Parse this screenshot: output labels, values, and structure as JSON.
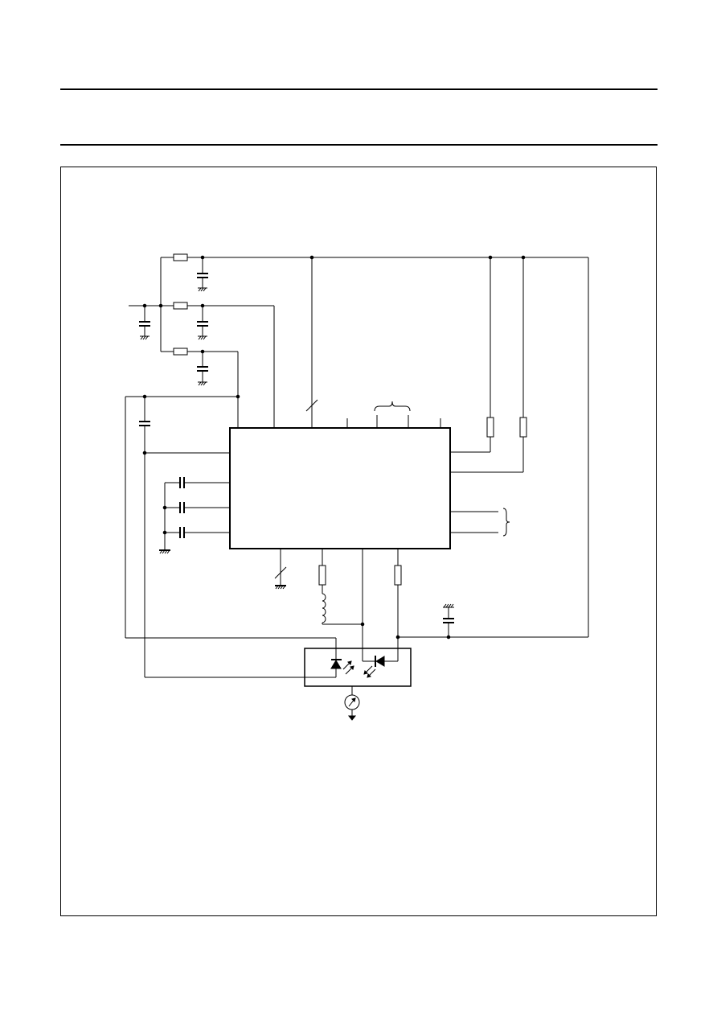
{
  "document": {
    "header_text": "",
    "figure_caption": ""
  },
  "diagram": {
    "stroke_color": "#000000",
    "components": [
      "ic",
      "resistor",
      "capacitor",
      "inductor",
      "laser-diode",
      "photodiode",
      "ground",
      "supply-rail"
    ]
  }
}
